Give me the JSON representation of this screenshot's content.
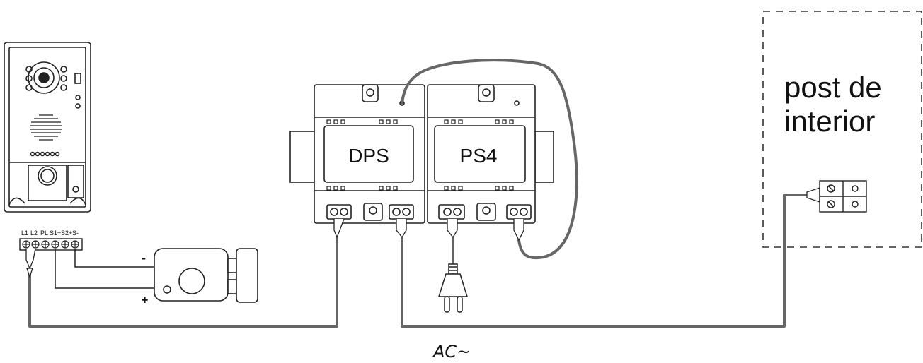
{
  "modules": {
    "dps": {
      "label": "DPS"
    },
    "ps4": {
      "label": "PS4"
    }
  },
  "indoor_unit": {
    "label_line1": "post de",
    "label_line2": "interior"
  },
  "panel_terminals": [
    "L1",
    "L2",
    "PL",
    "S1+",
    "S2+",
    "S-"
  ],
  "lock": {
    "minus": "-",
    "plus": "+"
  },
  "bus_label": "AC~",
  "colors": {
    "wire": "#666666",
    "line": "#222222",
    "dashed": "#333333"
  }
}
